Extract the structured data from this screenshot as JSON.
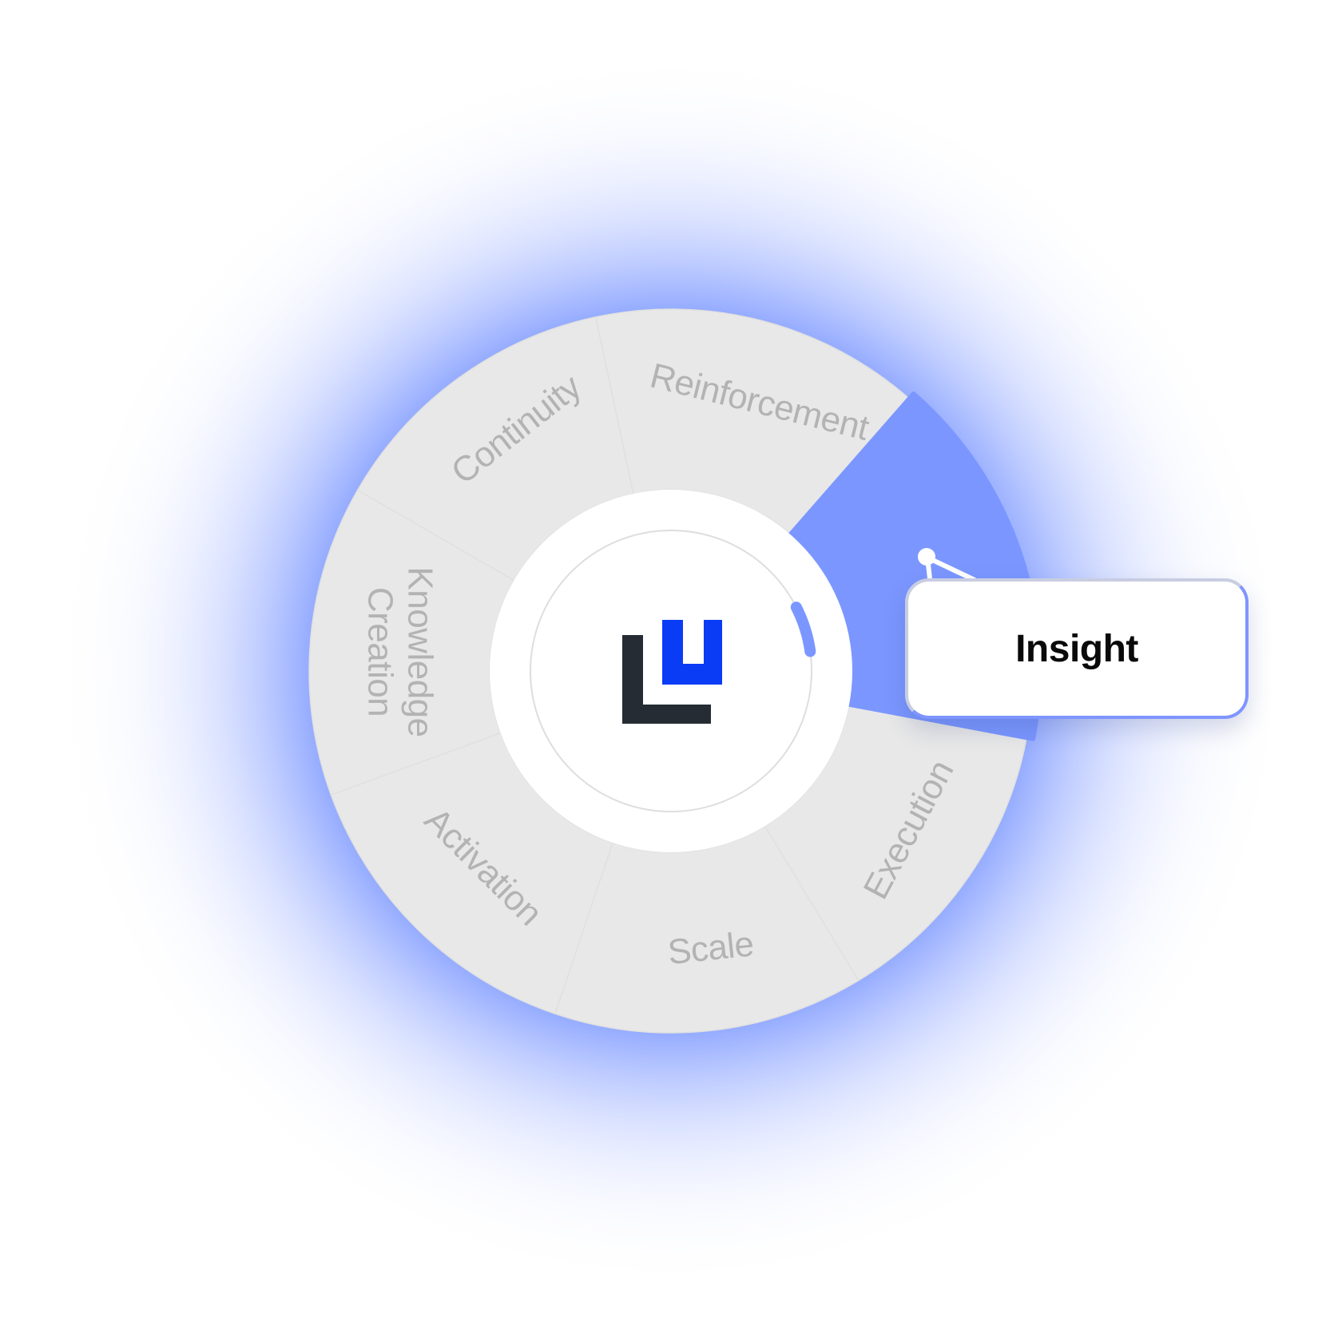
{
  "wheel": {
    "segments": [
      {
        "id": "insight",
        "label": "Insight",
        "active": true
      },
      {
        "id": "execution",
        "label": "Execution",
        "active": false
      },
      {
        "id": "scale",
        "label": "Scale",
        "active": false
      },
      {
        "id": "activation",
        "label": "Activation",
        "active": false
      },
      {
        "id": "knowledge-creation",
        "label": "Knowledge Creation",
        "lines": [
          "Knowledge",
          "Creation"
        ],
        "active": false
      },
      {
        "id": "continuity",
        "label": "Continuity",
        "active": false
      },
      {
        "id": "reinforcement",
        "label": "Reinforcement",
        "active": false
      }
    ]
  },
  "callout": {
    "label": "Insight"
  },
  "logo": {
    "name": "brand-logo-icon"
  },
  "colors": {
    "active_segment": "#7b97ff",
    "inactive_segment": "#e8e8e8",
    "segment_text": "#b3b3b3",
    "glow": "#8aa2ff",
    "logo_dark": "#252c33",
    "logo_blue": "#0a3cf5",
    "progress_arc": "#7b97ff"
  }
}
